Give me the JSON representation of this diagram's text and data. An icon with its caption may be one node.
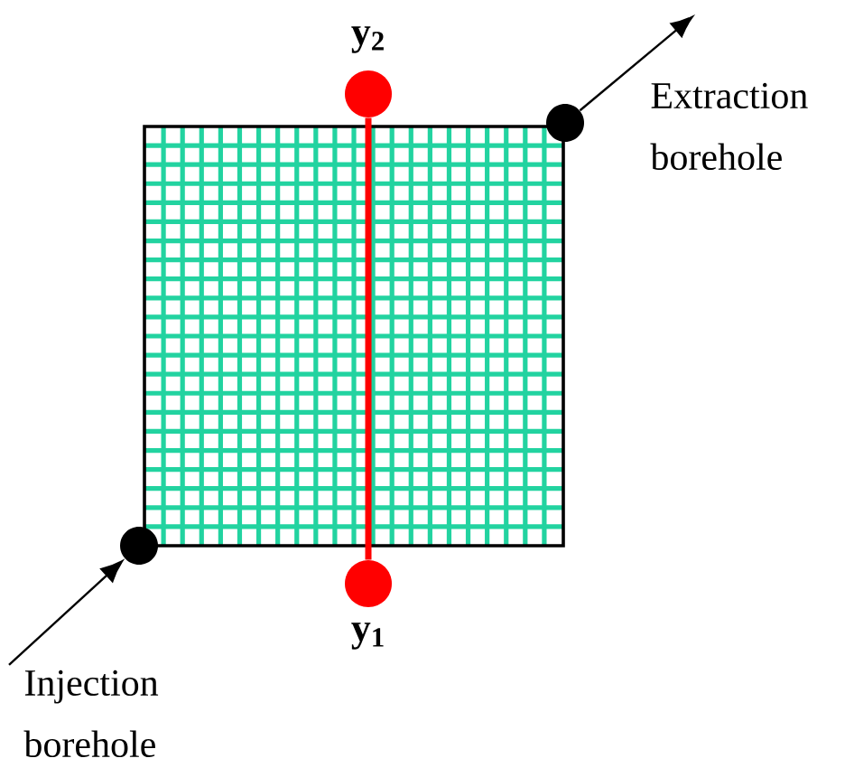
{
  "diagram": {
    "nodes": [
      {
        "text": [],
        "shape": "circle",
        "beside": [
          "Injection borehole"
        ]
      },
      {
        "text": [],
        "shape": "circle",
        "beside": [
          "Extraction borehole"
        ]
      },
      {
        "text": [],
        "shape": "circle",
        "beside": [
          "y$_{1}$"
        ]
      },
      {
        "text": [],
        "shape": "circle",
        "beside": [
          "y$_{2}$"
        ]
      }
    ],
    "edges": [
      {
        "from": 2,
        "to": 3,
        "arrow": "none",
        "style": "thick",
        "color": "#ff0000"
      },
      {
        "from": null,
        "to": 0,
        "arrow": "to"
      },
      {
        "from": 1,
        "to": null,
        "arrow": "to"
      }
    ]
  }
}
